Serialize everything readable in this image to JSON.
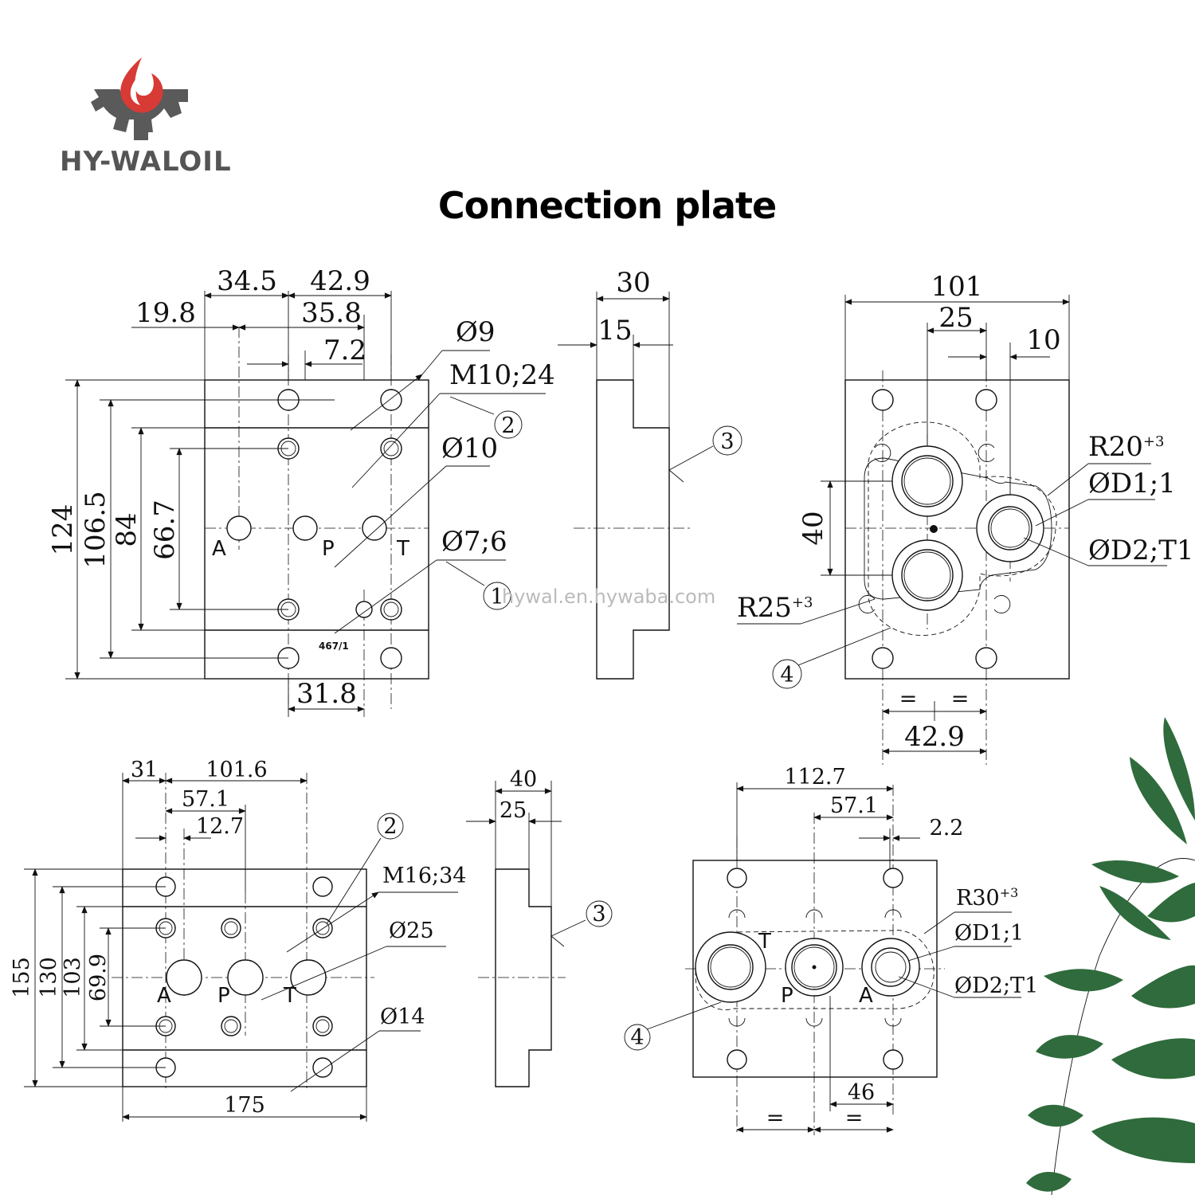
{
  "brand": {
    "name": "HY-WALOIL"
  },
  "title": "Connection plate",
  "watermark": "hywal.en.hywaba.com",
  "colors": {
    "flame": "#d83a36",
    "gear": "#5a5a5a",
    "leaf": "#2f6b3c"
  },
  "top": {
    "front": {
      "dims": {
        "d34_5": "34.5",
        "d42_9": "42.9",
        "d19_8": "19.8",
        "d35_8": "35.8",
        "d7_2": "7.2",
        "d124": "124",
        "d106_5": "106.5",
        "d84": "84",
        "d66_7": "66.7",
        "d31_8": "31.8"
      },
      "callouts": {
        "o9": "Ø9",
        "m10": "M10;24",
        "o10": "Ø10",
        "o7": "Ø7;6",
        "part": "467/1"
      },
      "balloons": {
        "b2": "2",
        "b1": "1"
      },
      "ports": {
        "a": "A",
        "p": "P",
        "t": "T"
      }
    },
    "side": {
      "dims": {
        "d30": "30",
        "d15": "15"
      },
      "balloon": "3"
    },
    "rear": {
      "dims": {
        "d101": "101",
        "d25": "25",
        "d10": "10",
        "d40": "40",
        "eq1": "=",
        "eq2": "=",
        "d42_9": "42.9"
      },
      "callouts": {
        "r20": "R20",
        "r20sup": "+3",
        "od1": "ØD1;1",
        "od2": "ØD2;T1",
        "r25": "R25",
        "r25sup": "+3"
      },
      "balloon": "4"
    }
  },
  "bottom": {
    "front": {
      "dims": {
        "d31": "31",
        "d101_6": "101.6",
        "d57_1": "57.1",
        "d12_7": "12.7",
        "d155": "155",
        "d130": "130",
        "d103": "103",
        "d69_9": "69.9",
        "d175": "175"
      },
      "callouts": {
        "m16": "M16;34",
        "o25": "Ø25",
        "o14": "Ø14"
      },
      "balloon": "2",
      "ports": {
        "a": "A",
        "p": "P",
        "t": "T"
      }
    },
    "side": {
      "dims": {
        "d40": "40",
        "d25": "25"
      },
      "balloon": "3"
    },
    "rear": {
      "dims": {
        "d112_7": "112.7",
        "d57_1": "57.1",
        "d2_2": "2.2",
        "d46": "46",
        "eq1": "=",
        "eq2": "="
      },
      "callouts": {
        "r30": "R30",
        "r30sup": "+3",
        "od1": "ØD1;1",
        "od2": "ØD2;T1"
      },
      "balloon": "4",
      "ports": {
        "t": "T",
        "p": "P",
        "a": "A"
      }
    }
  }
}
